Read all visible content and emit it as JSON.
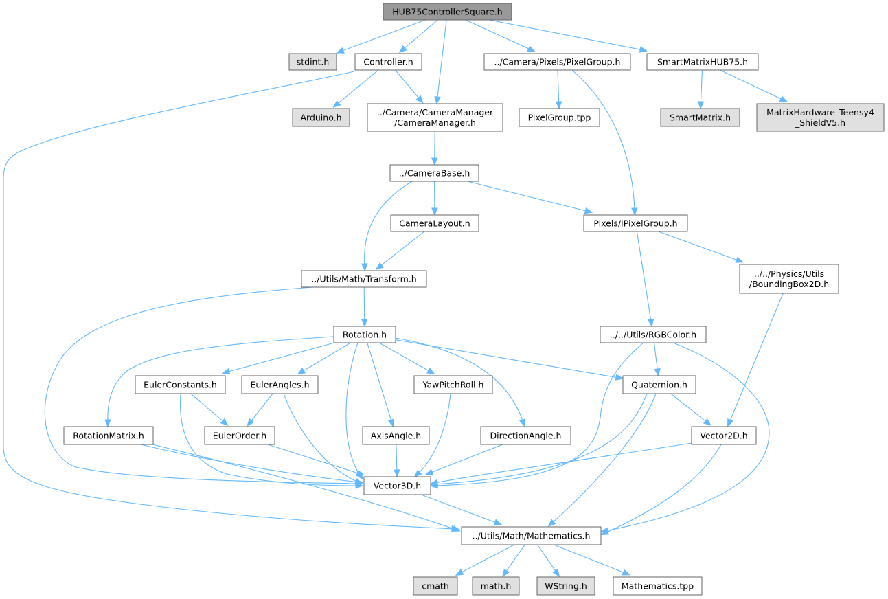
{
  "colors": {
    "root_fill": "#999999",
    "node_fill": "#ffffff",
    "system_fill": "#e0e0e0",
    "border": "#666666",
    "system_border": "#999999",
    "edge": "#63b8ff"
  },
  "nodes": {
    "hub75": {
      "lines": [
        "HUB75ControllerSquare.h"
      ],
      "kind": "root"
    },
    "stdint": {
      "lines": [
        "stdint.h"
      ],
      "kind": "system"
    },
    "controller": {
      "lines": [
        "Controller.h"
      ],
      "kind": "file"
    },
    "pixelgroup": {
      "lines": [
        "../Camera/Pixels/PixelGroup.h"
      ],
      "kind": "file"
    },
    "smartmatrixhub75": {
      "lines": [
        "SmartMatrixHUB75.h"
      ],
      "kind": "file"
    },
    "arduino": {
      "lines": [
        "Arduino.h"
      ],
      "kind": "system"
    },
    "cameramanager": {
      "lines": [
        "../Camera/CameraManager",
        "/CameraManager.h"
      ],
      "kind": "file"
    },
    "pixelgrouptpp": {
      "lines": [
        "PixelGroup.tpp"
      ],
      "kind": "file"
    },
    "smartmatrix": {
      "lines": [
        "SmartMatrix.h"
      ],
      "kind": "system"
    },
    "matrixhardware": {
      "lines": [
        "MatrixHardware_Teensy4",
        "_ShieldV5.h"
      ],
      "kind": "system"
    },
    "camerabase": {
      "lines": [
        "../CameraBase.h"
      ],
      "kind": "file"
    },
    "cameralayout": {
      "lines": [
        "CameraLayout.h"
      ],
      "kind": "file"
    },
    "ipixelgroup": {
      "lines": [
        "Pixels/IPixelGroup.h"
      ],
      "kind": "file"
    },
    "transform": {
      "lines": [
        "../Utils/Math/Transform.h"
      ],
      "kind": "file"
    },
    "boundingbox": {
      "lines": [
        "../../Physics/Utils",
        "/BoundingBox2D.h"
      ],
      "kind": "file"
    },
    "rotation": {
      "lines": [
        "Rotation.h"
      ],
      "kind": "file"
    },
    "rgbcolor": {
      "lines": [
        "../../Utils/RGBColor.h"
      ],
      "kind": "file"
    },
    "eulerconstants": {
      "lines": [
        "EulerConstants.h"
      ],
      "kind": "file"
    },
    "eulerangles": {
      "lines": [
        "EulerAngles.h"
      ],
      "kind": "file"
    },
    "yawpitchroll": {
      "lines": [
        "YawPitchRoll.h"
      ],
      "kind": "file"
    },
    "quaternion": {
      "lines": [
        "Quaternion.h"
      ],
      "kind": "file"
    },
    "rotationmatrix": {
      "lines": [
        "RotationMatrix.h"
      ],
      "kind": "file"
    },
    "eulerorder": {
      "lines": [
        "EulerOrder.h"
      ],
      "kind": "file"
    },
    "axisangle": {
      "lines": [
        "AxisAngle.h"
      ],
      "kind": "file"
    },
    "directionangle": {
      "lines": [
        "DirectionAngle.h"
      ],
      "kind": "file"
    },
    "vector2d": {
      "lines": [
        "Vector2D.h"
      ],
      "kind": "file"
    },
    "vector3d": {
      "lines": [
        "Vector3D.h"
      ],
      "kind": "file"
    },
    "mathematics": {
      "lines": [
        "../Utils/Math/Mathematics.h"
      ],
      "kind": "file"
    },
    "cmath": {
      "lines": [
        "cmath"
      ],
      "kind": "system"
    },
    "mathh": {
      "lines": [
        "math.h"
      ],
      "kind": "system"
    },
    "wstring": {
      "lines": [
        "WString.h"
      ],
      "kind": "system"
    },
    "mathtpp": {
      "lines": [
        "Mathematics.tpp"
      ],
      "kind": "file"
    }
  },
  "edges": [
    [
      "hub75",
      "stdint"
    ],
    [
      "hub75",
      "controller"
    ],
    [
      "hub75",
      "cameramanager"
    ],
    [
      "hub75",
      "pixelgroup"
    ],
    [
      "hub75",
      "smartmatrixhub75"
    ],
    [
      "controller",
      "arduino"
    ],
    [
      "controller",
      "cameramanager"
    ],
    [
      "controller",
      "mathematics"
    ],
    [
      "pixelgroup",
      "pixelgrouptpp"
    ],
    [
      "pixelgroup",
      "ipixelgroup"
    ],
    [
      "smartmatrixhub75",
      "smartmatrix"
    ],
    [
      "smartmatrixhub75",
      "matrixhardware"
    ],
    [
      "cameramanager",
      "camerabase"
    ],
    [
      "camerabase",
      "cameralayout"
    ],
    [
      "camerabase",
      "transform"
    ],
    [
      "camerabase",
      "ipixelgroup"
    ],
    [
      "cameralayout",
      "transform"
    ],
    [
      "ipixelgroup",
      "boundingbox"
    ],
    [
      "ipixelgroup",
      "rgbcolor"
    ],
    [
      "transform",
      "rotation"
    ],
    [
      "transform",
      "vector3d"
    ],
    [
      "boundingbox",
      "vector2d"
    ],
    [
      "rotation",
      "rotationmatrix"
    ],
    [
      "rotation",
      "eulerconstants"
    ],
    [
      "rotation",
      "eulerangles"
    ],
    [
      "rotation",
      "yawpitchroll"
    ],
    [
      "rotation",
      "quaternion"
    ],
    [
      "rotation",
      "axisangle"
    ],
    [
      "rotation",
      "directionangle"
    ],
    [
      "rotation",
      "vector3d"
    ],
    [
      "rgbcolor",
      "quaternion"
    ],
    [
      "rgbcolor",
      "vector3d"
    ],
    [
      "rgbcolor",
      "mathematics"
    ],
    [
      "eulerconstants",
      "eulerorder"
    ],
    [
      "eulerconstants",
      "vector3d"
    ],
    [
      "eulerangles",
      "eulerorder"
    ],
    [
      "eulerangles",
      "vector3d"
    ],
    [
      "yawpitchroll",
      "vector3d"
    ],
    [
      "quaternion",
      "vector2d"
    ],
    [
      "quaternion",
      "vector3d"
    ],
    [
      "quaternion",
      "mathematics"
    ],
    [
      "rotationmatrix",
      "vector3d"
    ],
    [
      "rotationmatrix",
      "mathematics"
    ],
    [
      "eulerorder",
      "vector3d"
    ],
    [
      "axisangle",
      "vector3d"
    ],
    [
      "directionangle",
      "vector3d"
    ],
    [
      "vector2d",
      "vector3d"
    ],
    [
      "vector2d",
      "mathematics"
    ],
    [
      "vector3d",
      "mathematics"
    ],
    [
      "mathematics",
      "cmath"
    ],
    [
      "mathematics",
      "mathh"
    ],
    [
      "mathematics",
      "wstring"
    ],
    [
      "mathematics",
      "mathtpp"
    ]
  ]
}
